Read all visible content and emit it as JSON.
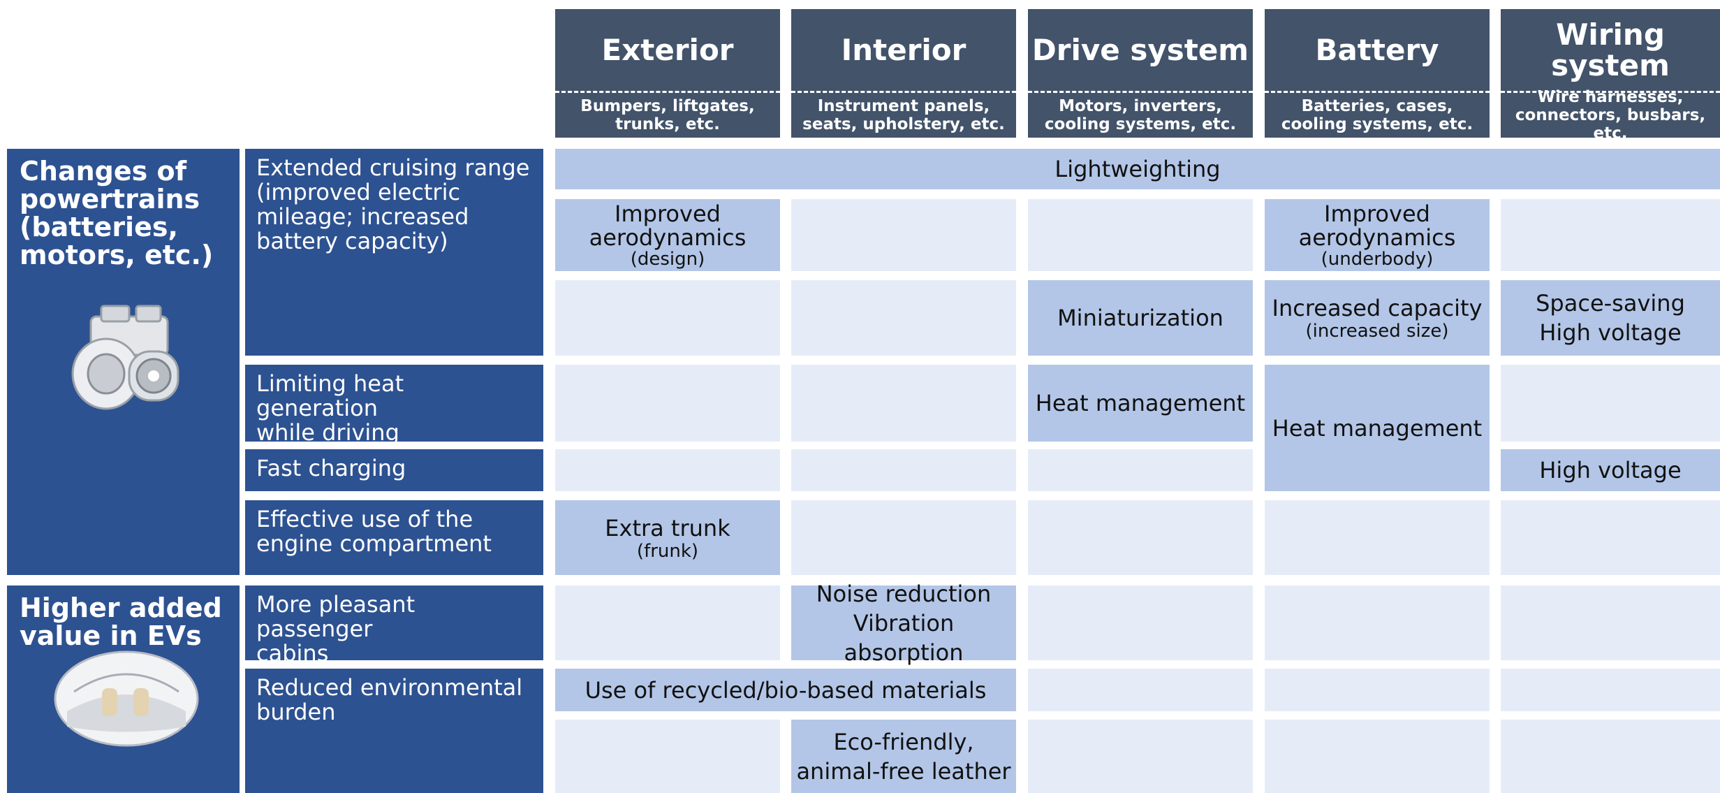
{
  "columns": [
    {
      "title": "Exterior",
      "subtitle": "Bumpers, liftgates,\ntrunks, etc."
    },
    {
      "title": "Interior",
      "subtitle": "Instrument panels,\nseats, upholstery, etc."
    },
    {
      "title": "Drive system",
      "subtitle": "Motors, inverters,\ncooling systems, etc."
    },
    {
      "title": "Battery",
      "subtitle": "Batteries, cases,\ncooling systems, etc."
    },
    {
      "title": "Wiring system",
      "subtitle": "Wire harnesses,\nconnectors, busbars, etc."
    }
  ],
  "groups": [
    {
      "title": "Changes of\npowertrains\n(batteries,\nmotors, etc.)",
      "icon": "ev-motor-icon"
    },
    {
      "title": "Higher added\nvalue in EVs",
      "icon": "ev-cabin-icon"
    }
  ],
  "rows": [
    {
      "label": "Extended cruising range\n(improved electric\nmileage; increased\nbattery capacity)"
    },
    {
      "label": "Limiting heat generation\nwhile driving"
    },
    {
      "label": "Fast charging"
    },
    {
      "label": "Effective use of the\nengine compartment"
    },
    {
      "label": "More pleasant passenger\ncabins"
    },
    {
      "label": "Reduced environmental\nburden"
    }
  ],
  "cells": {
    "lightweighting": {
      "main": "Lightweighting"
    },
    "aero_design": {
      "main": "Improved\naerodynamics",
      "note": "(design)"
    },
    "aero_underbody": {
      "main": "Improved\naerodynamics",
      "note": "(underbody)"
    },
    "miniaturization": {
      "main": "Miniaturization"
    },
    "increased_capacity": {
      "main": "Increased capacity",
      "note": "(increased size)"
    },
    "space_saving": {
      "main": "Space-saving\nHigh voltage"
    },
    "heat_drive": {
      "main": "Heat management"
    },
    "heat_battery": {
      "main": "Heat management"
    },
    "high_voltage": {
      "main": "High voltage"
    },
    "frunk": {
      "main": "Extra trunk",
      "note": "(frunk)"
    },
    "noise": {
      "main": "Noise reduction\nVibration absorption"
    },
    "recycled": {
      "main": "Use of recycled/bio-based materials"
    },
    "leather": {
      "main": "Eco-friendly,\nanimal-free leather"
    }
  },
  "colors": {
    "header": "#42536a",
    "row_header": "#2d5291",
    "cell_empty": "#e6ecf7",
    "cell_highlight": "#b3c6e7"
  }
}
